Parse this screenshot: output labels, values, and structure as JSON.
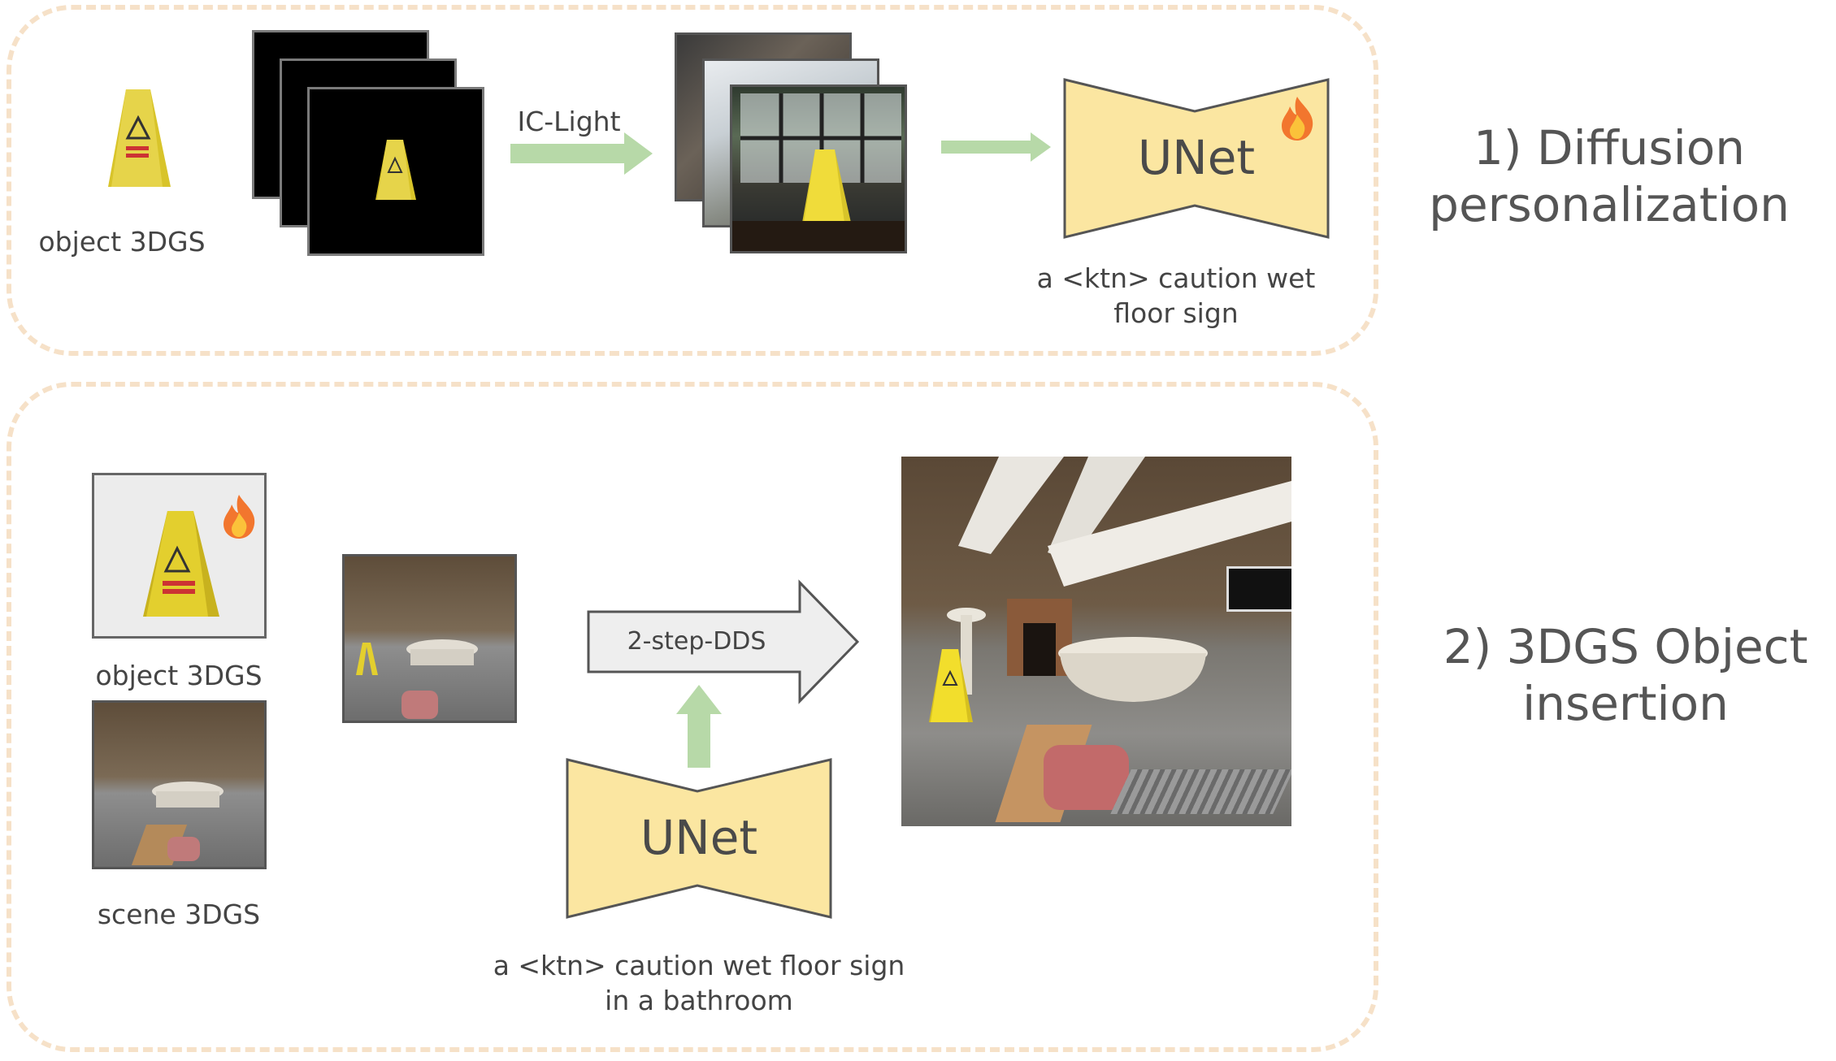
{
  "stage1": {
    "title_line1": "1) Diffusion",
    "title_line2": "personalization",
    "object_label": "object 3DGS",
    "arrow_label": "IC-Light",
    "unet_label": "UNet",
    "prompt_line1": "a <ktn> caution wet",
    "prompt_line2": "floor sign",
    "trainable_icon": "fire-icon"
  },
  "stage2": {
    "title_line1": "2) 3DGS Object",
    "title_line2": "insertion",
    "object_label": "object 3DGS",
    "scene_label": "scene 3DGS",
    "dds_label": "2-step-DDS",
    "unet_label": "UNet",
    "prompt_line1": "a <ktn> caution wet floor sign",
    "prompt_line2": "in a bathroom",
    "trainable_icon": "fire-icon"
  },
  "colors": {
    "panel_border": "#f6e1c8",
    "unet_fill": "#fbe6a1",
    "arrow_green": "#b7d9a8",
    "dds_arrow_fill": "#eeeeee"
  }
}
